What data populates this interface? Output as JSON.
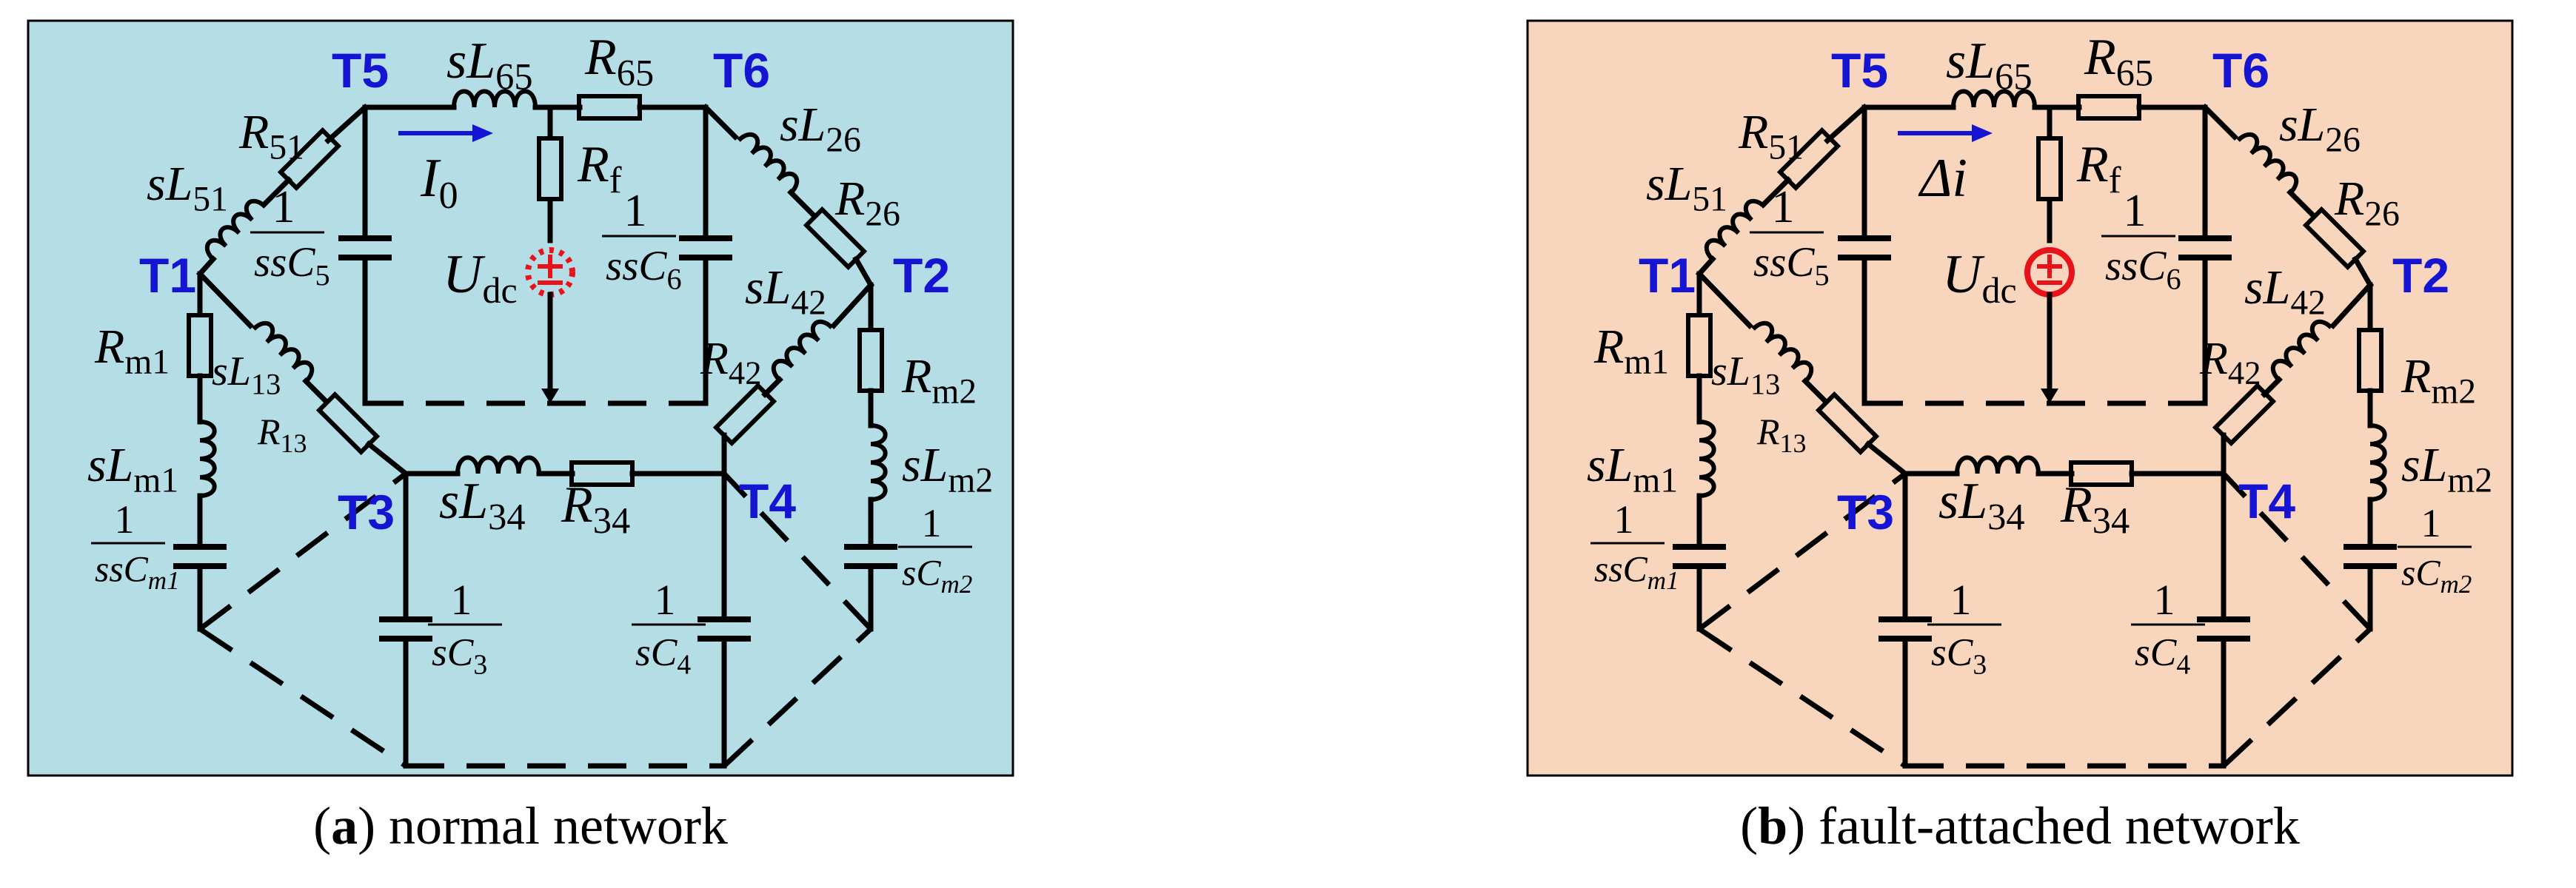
{
  "panels": [
    {
      "id": "a",
      "caption": {
        "letter": "a",
        "text": " normal network"
      },
      "background": "#b5dde6",
      "current": {
        "symbol": "I",
        "sub": "0"
      },
      "source_style": "dotted",
      "node_labels": [
        "T1",
        "T2",
        "T3",
        "T4",
        "T5",
        "T6"
      ],
      "c3_prefix": "s",
      "c4_prefix": "s"
    },
    {
      "id": "b",
      "caption": {
        "letter": "b",
        "text": " fault-attached network"
      },
      "background": "#f8d6bd",
      "current": {
        "symbol": "Δi",
        "sub": ""
      },
      "source_style": "solid",
      "node_labels": [
        "T1",
        "T2",
        "T3",
        "T4",
        "T5",
        "T6"
      ],
      "c3_prefix": "s",
      "c4_prefix": "s"
    }
  ],
  "labels": {
    "sL65": {
      "pre": "sL",
      "sub": "65"
    },
    "R65": {
      "pre": "R",
      "sub": "65"
    },
    "R51": {
      "pre": "R",
      "sub": "51"
    },
    "sL51": {
      "pre": "sL",
      "sub": "51"
    },
    "sL26": {
      "pre": "sL",
      "sub": "26"
    },
    "R26": {
      "pre": "R",
      "sub": "26"
    },
    "Rf": {
      "pre": "R",
      "sub": "f"
    },
    "Udc": {
      "pre": "U",
      "sub": "dc"
    },
    "Rm1": {
      "pre": "R",
      "sub": "m1"
    },
    "sL13": {
      "pre": "sL",
      "sub": "13"
    },
    "R13": {
      "pre": "R",
      "sub": "13"
    },
    "sLm1": {
      "pre": "sL",
      "sub": "m1"
    },
    "sL42": {
      "pre": "sL",
      "sub": "42"
    },
    "R42": {
      "pre": "R",
      "sub": "42"
    },
    "Rm2": {
      "pre": "R",
      "sub": "m2"
    },
    "sLm2": {
      "pre": "sL",
      "sub": "m2"
    },
    "sL34": {
      "pre": "sL",
      "sub": "34"
    },
    "R34": {
      "pre": "R",
      "sub": "34"
    },
    "frac_one": "1",
    "C5": {
      "pre": "sC",
      "sub": "5"
    },
    "C6": {
      "pre": "sC",
      "sub": "6"
    },
    "Cm1": {
      "pre": "sC",
      "sub": "m1"
    },
    "Cm2": {
      "pre": "sC",
      "sub": "m2"
    },
    "C3": {
      "pre": "C",
      "sub": "3"
    },
    "C4": {
      "pre": "C",
      "sub": "4"
    }
  },
  "colors": {
    "node": "#1414d2",
    "source": "#e8121b",
    "current": "#1414d2",
    "wire": "#000000"
  }
}
